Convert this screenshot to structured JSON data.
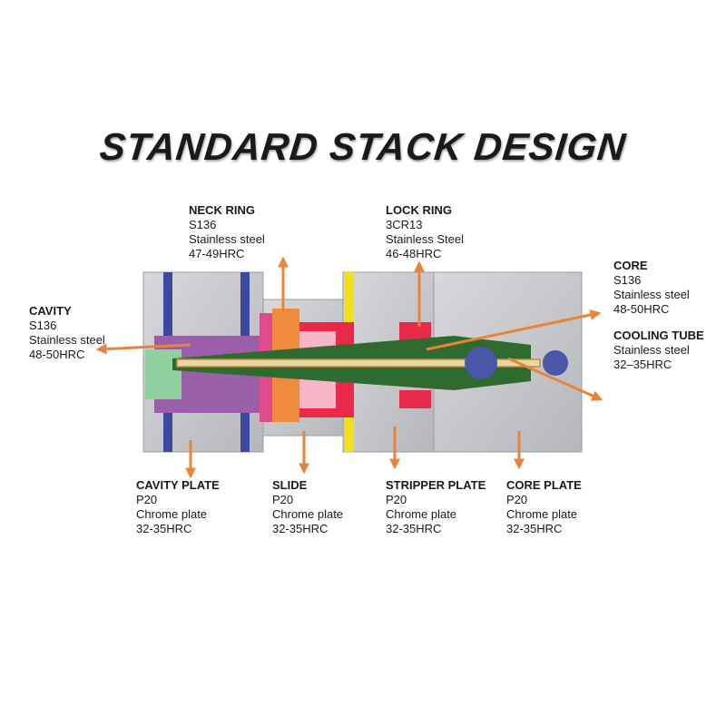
{
  "title": "STANDARD STACK DESIGN",
  "labels": {
    "neck_ring": {
      "name": "NECK RING",
      "lines": [
        "S136",
        "Stainless steel",
        "47-49HRC"
      ]
    },
    "lock_ring": {
      "name": "LOCK RING",
      "lines": [
        "3CR13",
        "Stainless Steel",
        "46-48HRC"
      ]
    },
    "core": {
      "name": "CORE",
      "lines": [
        "S136",
        "Stainless steel",
        "48-50HRC"
      ]
    },
    "cooling_tube": {
      "name": "COOLING TUBE",
      "lines": [
        "Stainless steel",
        "32–35HRC"
      ]
    },
    "cavity": {
      "name": "CAVITY",
      "lines": [
        "S136",
        "Stainless steel",
        "48-50HRC"
      ]
    },
    "cavity_plate": {
      "name": "CAVITY PLATE",
      "lines": [
        "P20",
        "Chrome plate",
        "32-35HRC"
      ]
    },
    "slide": {
      "name": "SLIDE",
      "lines": [
        "P20",
        "Chrome plate",
        "32-35HRC"
      ]
    },
    "stripper_plate": {
      "name": "STRIPPER PLATE",
      "lines": [
        "P20",
        "Chrome plate",
        "32-35HRC"
      ]
    },
    "core_plate": {
      "name": "CORE PLATE",
      "lines": [
        "P20",
        "Chrome plate",
        "32-35HRC"
      ]
    }
  },
  "colors": {
    "plate": "#c4c6ca",
    "plate_dark": "#a9abb0",
    "cavity": "#9a5fa8",
    "cavity_tip": "#8fd2a0",
    "neck_ring": "#f08a3c",
    "slide_pink": "#e24a8f",
    "core_green": "#2f6b2f",
    "lock_ring_red": "#e8294a",
    "stripper_yellow": "#f4e01a",
    "cooling_blue": "#4a56a8",
    "arrow": "#e8843a"
  }
}
